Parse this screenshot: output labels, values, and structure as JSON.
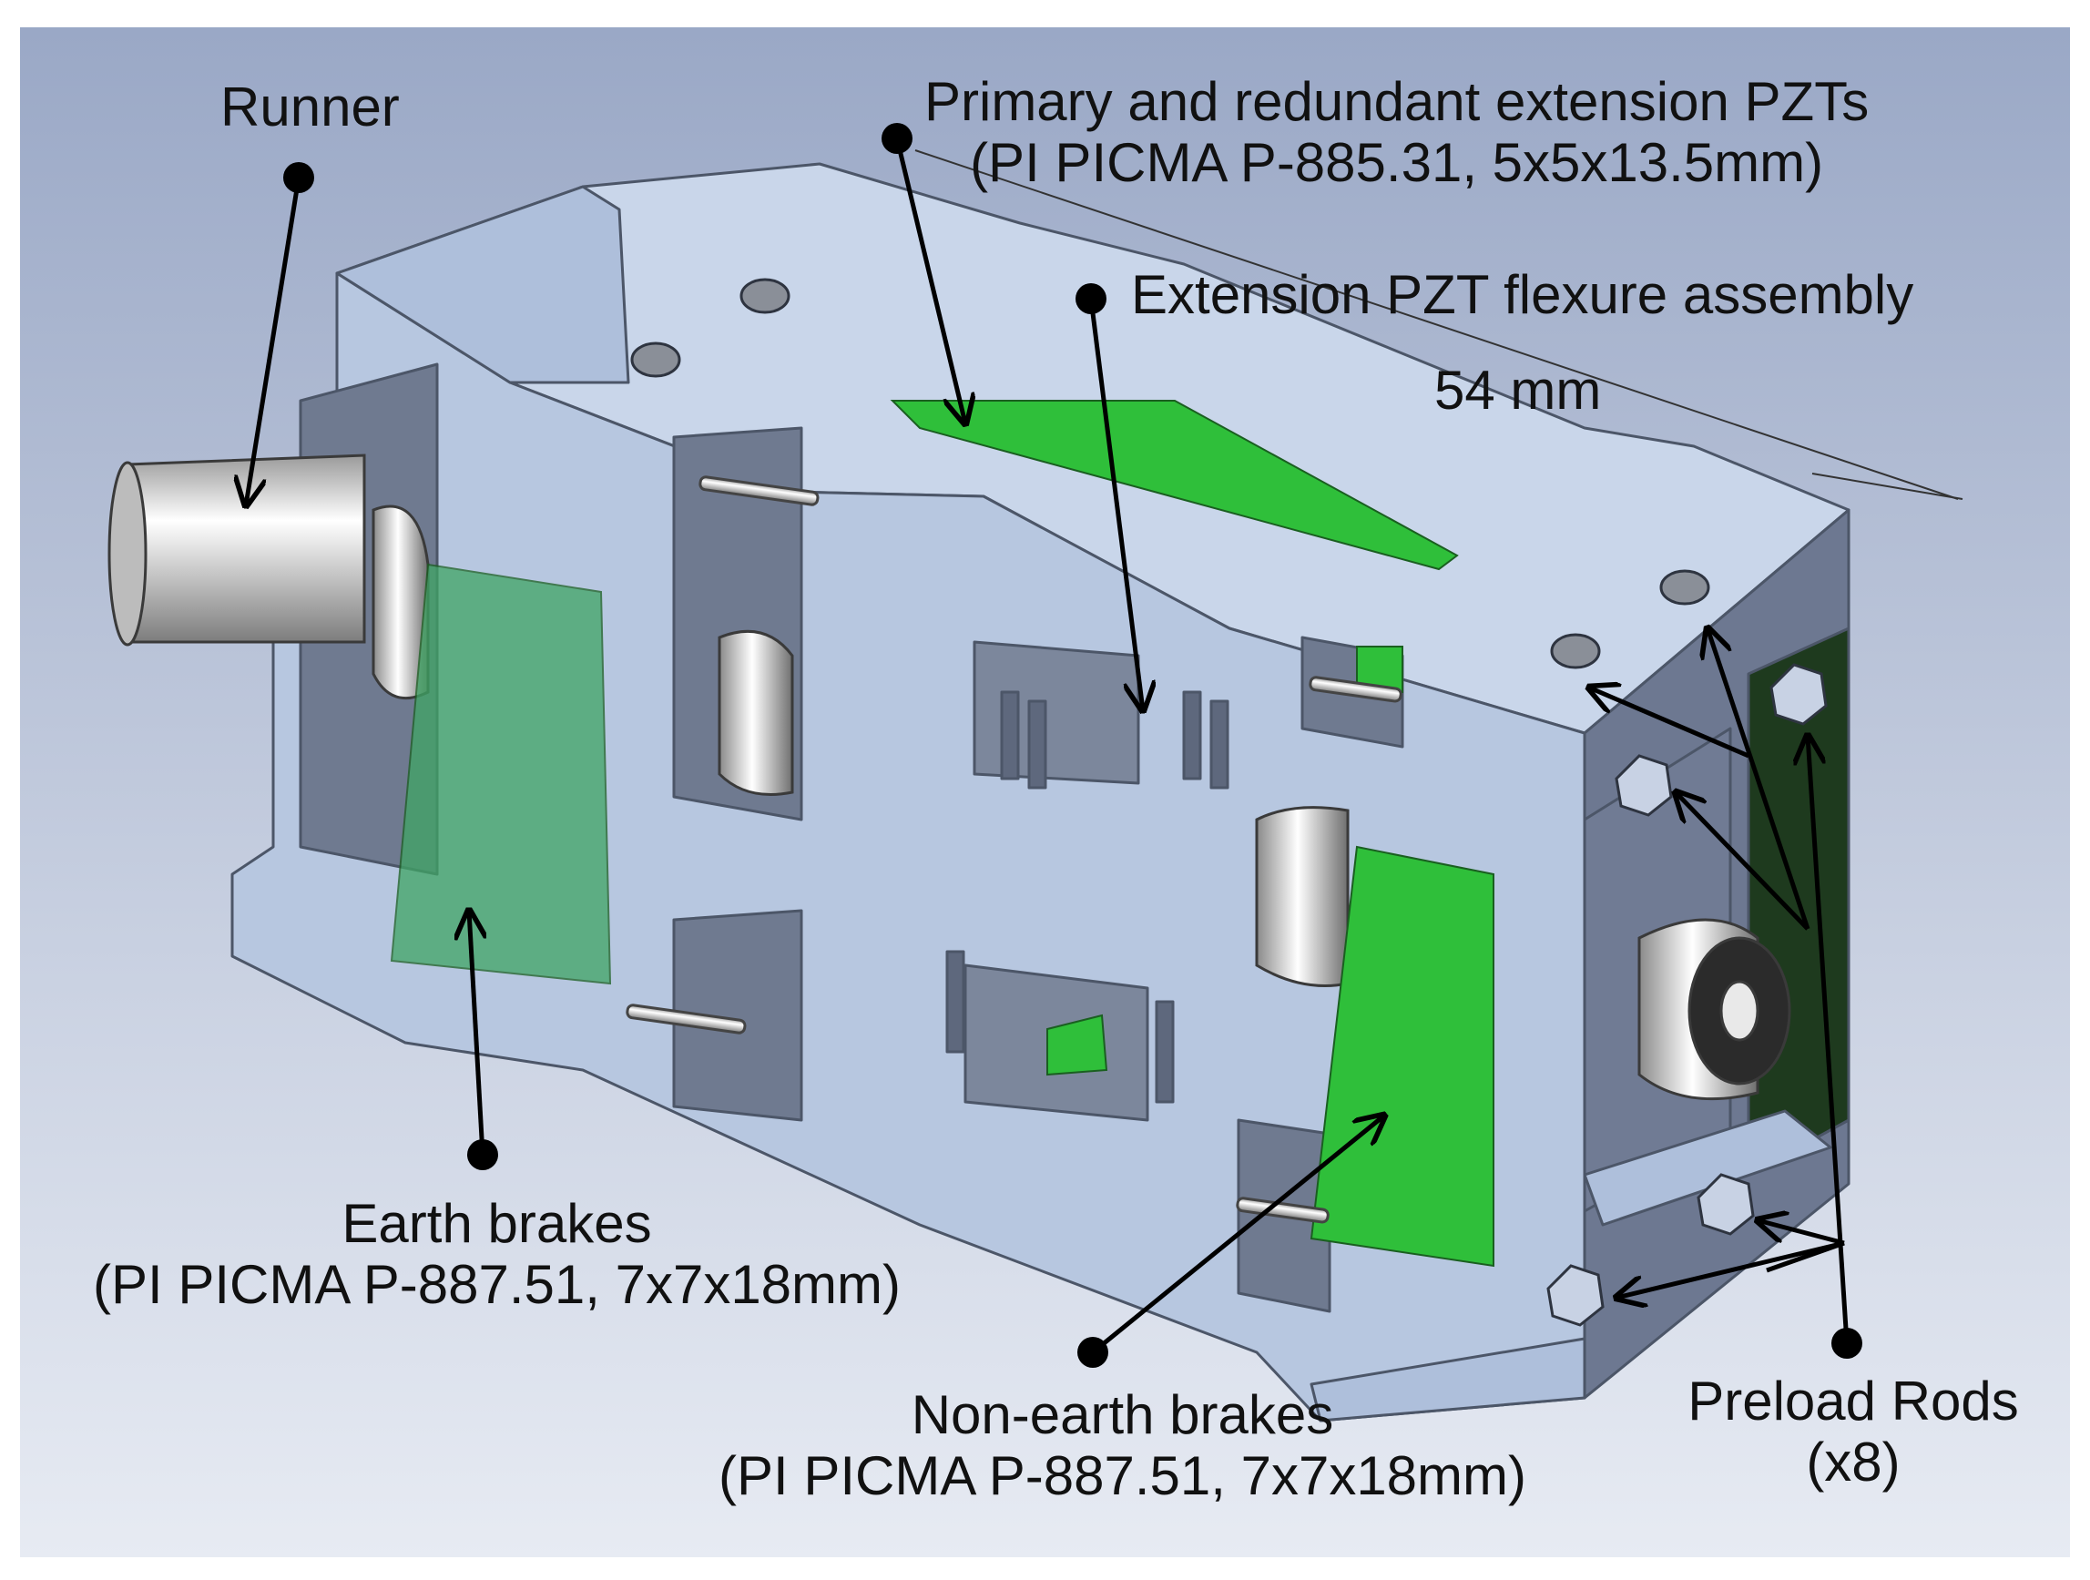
{
  "colors": {
    "background_top": "#9aa8c6",
    "background_bottom": "#e7ebf3",
    "body": "#bccbe3",
    "pzt_green": "#2fbf3a",
    "text": "#111111"
  },
  "labels": {
    "runner": "Runner",
    "primary_pzt_line1": "Primary and redundant extension PZTs",
    "primary_pzt_line2": "(PI PICMA P-885.31, 5x5x13.5mm)",
    "flexure": "Extension PZT flexure assembly",
    "dimension": "54 mm",
    "earth_line1": "Earth brakes",
    "earth_line2": "(PI PICMA P-887.51, 7x7x18mm)",
    "nonearth_line1": "Non-earth brakes",
    "nonearth_line2": "(PI PICMA P-887.51, 7x7x18mm)",
    "preload_line1": "Preload Rods",
    "preload_line2": "(x8)"
  }
}
